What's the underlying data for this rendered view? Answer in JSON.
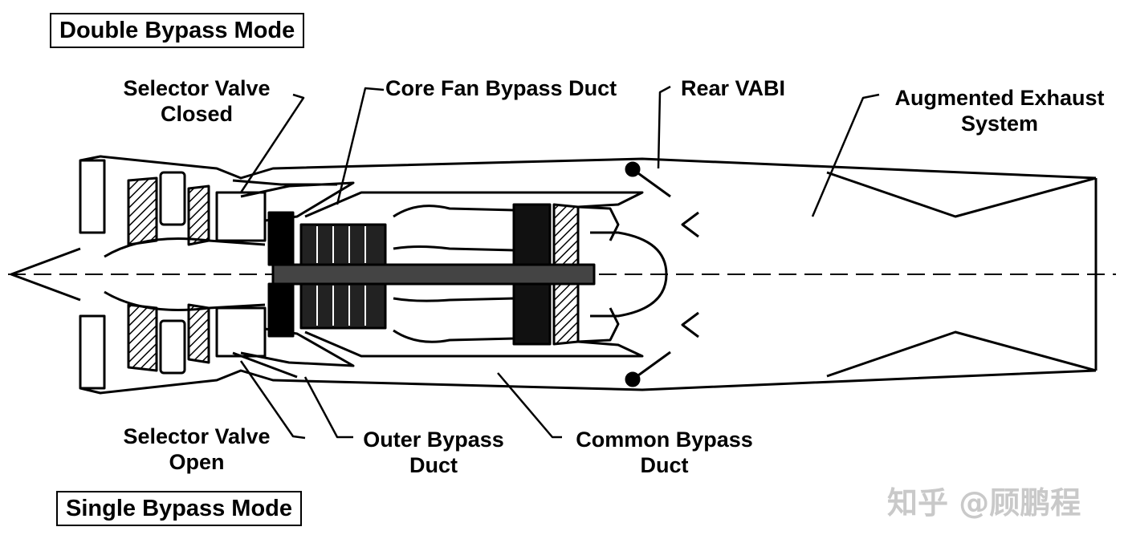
{
  "titles": {
    "top": "Double Bypass Mode",
    "bottom": "Single Bypass Mode"
  },
  "labels": {
    "selector_closed_line1": "Selector Valve",
    "selector_closed_line2": "Closed",
    "core_fan_duct": "Core Fan Bypass Duct",
    "rear_vabi": "Rear VABI",
    "augmented_line1": "Augmented Exhaust",
    "augmented_line2": "System",
    "selector_open_line1": "Selector Valve",
    "selector_open_line2": "Open",
    "outer_duct_line1": "Outer Bypass",
    "outer_duct_line2": "Duct",
    "common_duct_line1": "Common Bypass",
    "common_duct_line2": "Duct"
  },
  "watermark": "知乎 @顾鹏程"
}
